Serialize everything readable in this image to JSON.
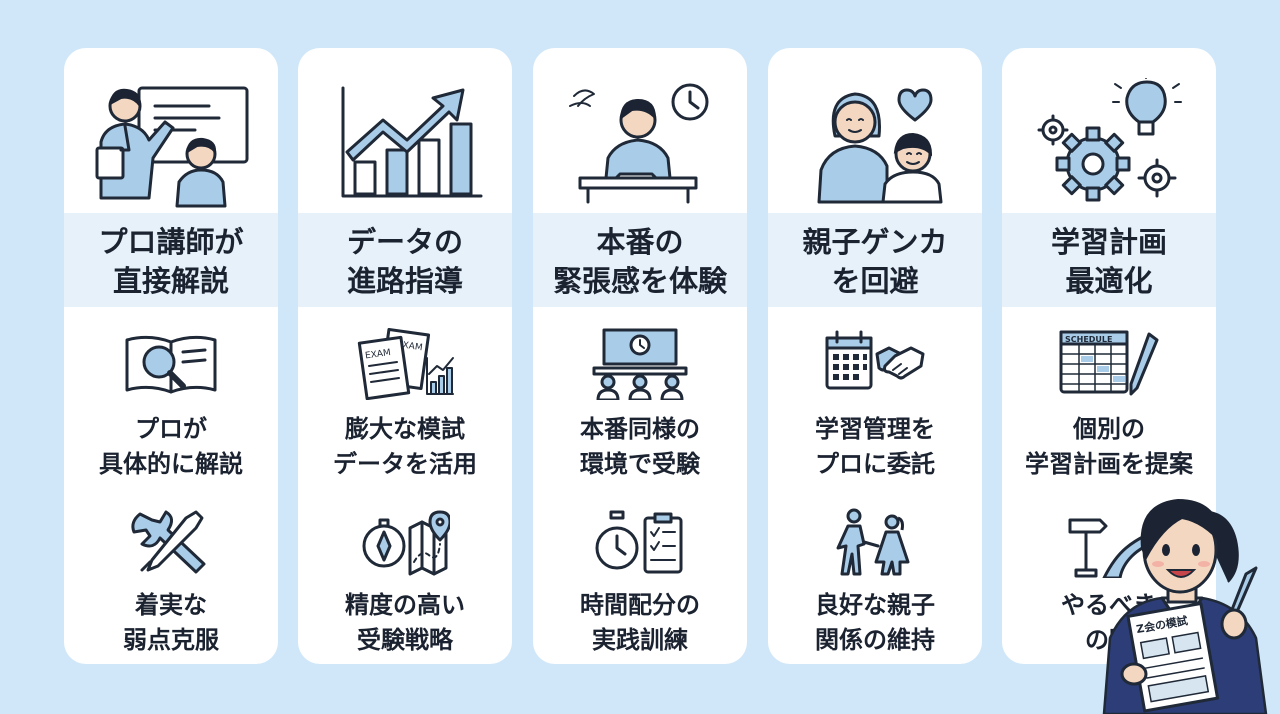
{
  "cards": [
    {
      "title": [
        "プロ講師が",
        "直接解説"
      ],
      "hero_icon": "teacher-explaining-icon",
      "features": [
        {
          "icon": "book-magnifier-icon",
          "text": [
            "プロが",
            "具体的に解説"
          ]
        },
        {
          "icon": "wrench-screwdriver-icon",
          "text": [
            "着実な",
            "弱点克服"
          ]
        }
      ]
    },
    {
      "title": [
        "データの",
        "進路指導"
      ],
      "hero_icon": "rising-chart-icon",
      "features": [
        {
          "icon": "exam-papers-chart-icon",
          "text": [
            "膨大な模試",
            "データを活用"
          ]
        },
        {
          "icon": "compass-map-icon",
          "text": [
            "精度の高い",
            "受験戦略"
          ]
        }
      ]
    },
    {
      "title": [
        "本番の",
        "緊張感を体験"
      ],
      "hero_icon": "student-exam-clock-icon",
      "features": [
        {
          "icon": "exam-room-icon",
          "text": [
            "本番同様の",
            "環境で受験"
          ]
        },
        {
          "icon": "stopwatch-checklist-icon",
          "text": [
            "時間配分の",
            "実践訓練"
          ]
        }
      ]
    },
    {
      "title": [
        "親子ゲンカ",
        "を回避"
      ],
      "hero_icon": "parent-child-heart-icon",
      "features": [
        {
          "icon": "calendar-handshake-icon",
          "text": [
            "学習管理を",
            "プロに委託"
          ]
        },
        {
          "icon": "walking-together-icon",
          "text": [
            "良好な親子",
            "関係の維持"
          ]
        }
      ]
    },
    {
      "title": [
        "学習計画",
        "最適化"
      ],
      "hero_icon": "gears-lightbulb-icon",
      "features": [
        {
          "icon": "schedule-pen-icon",
          "text": [
            "個別の",
            "学習計画を提案"
          ]
        },
        {
          "icon": "signpost-road-icon",
          "text": [
            "やるべき",
            "の明"
          ]
        }
      ]
    }
  ],
  "exam_labels": {
    "paper_front": "EXAM",
    "paper_back": "EXAM"
  },
  "schedule_label": "SCHEDULE",
  "mascot": {
    "icon": "mascot-student-icon",
    "paper_label": "Z会の模試"
  },
  "colors": {
    "background": "#cfe7f8",
    "card": "#ffffff",
    "title_band": "#e6f1fa",
    "icon_fill": "#a9cde9",
    "text": "#1b2230"
  }
}
